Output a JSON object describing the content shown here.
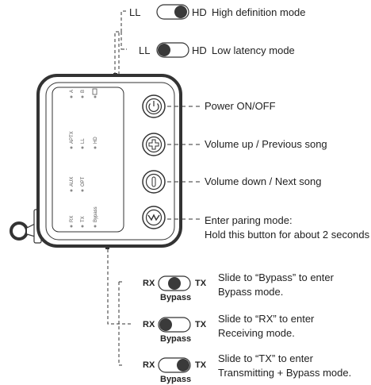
{
  "top_switches": {
    "left_label": "LL",
    "right_label": "HD",
    "hd_desc": "High definition mode",
    "ll_desc": "Low latency mode"
  },
  "device": {
    "leds_col1": [
      "A",
      "APTX",
      "AUX",
      "RX"
    ],
    "leds_col2": [
      "B",
      "LL",
      "OPT",
      "TX"
    ],
    "leds_col3": [
      "HD",
      "Bypass"
    ]
  },
  "buttons": {
    "power": "Power ON/OFF",
    "volume_up": "Volume up / Previous song",
    "volume_down": "Volume down / Next song",
    "pair_line1": "Enter paring mode:",
    "pair_line2": "Hold this button for about 2 seconds"
  },
  "bottom_switches": {
    "left_label": "RX",
    "right_label": "TX",
    "sub_label": "Bypass",
    "bypass_line1": "Slide to “Bypass” to enter",
    "bypass_line2": "Bypass mode.",
    "rx_line1": "Slide to “RX” to enter",
    "rx_line2": "Receiving mode.",
    "tx_line1": "Slide to “TX” to enter",
    "tx_line2": "Transmitting + Bypass mode."
  },
  "colors": {
    "line": "#333333",
    "knob": "#3a3a3a",
    "case": "#333333"
  }
}
